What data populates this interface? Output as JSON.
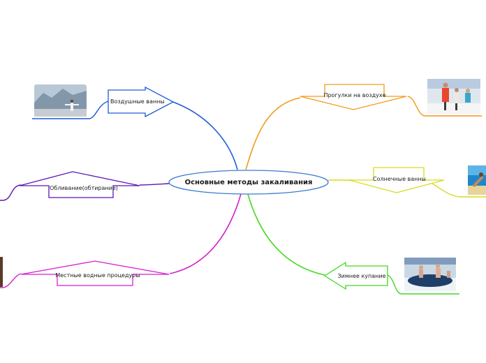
{
  "center": {
    "label": "Основные методы закаливания"
  },
  "branches": [
    {
      "id": "air-bath",
      "label": "Воздушные ванны",
      "color": "#1e5bd6",
      "picture": "mountains-yoga"
    },
    {
      "id": "walks",
      "label": "Прогулки на воздухе",
      "color": "#f29a1d",
      "picture": "winter-walk"
    },
    {
      "id": "rubdown",
      "label": "Обливание(обтирание)",
      "color": "#5a16b5",
      "picture": ""
    },
    {
      "id": "sun-bath",
      "label": "Солнечные ванны",
      "color": "#d8da1c",
      "picture": "beach-sun"
    },
    {
      "id": "local-water",
      "label": "Местные водные процедуры",
      "color": "#d51fd0",
      "picture": ""
    },
    {
      "id": "winter-swim",
      "label": "Зимнее купание",
      "color": "#43d81e",
      "picture": "ice-hole"
    }
  ]
}
